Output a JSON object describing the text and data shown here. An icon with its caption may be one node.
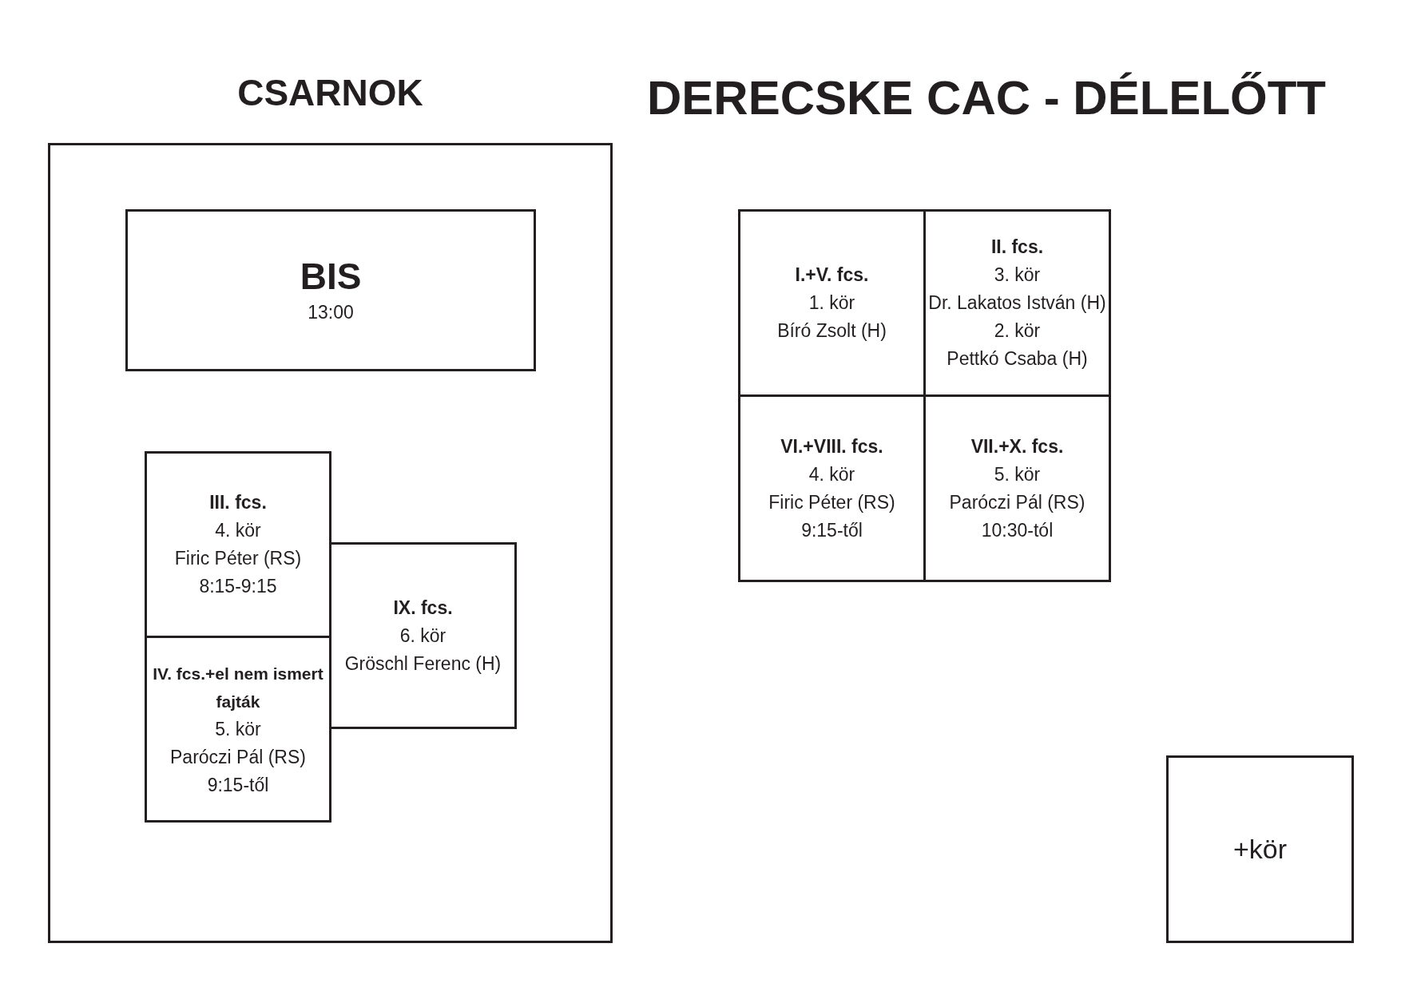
{
  "diagram": {
    "title": "DERECSKE CAC - DÉLELŐTT",
    "nodes": [
      {
        "text": [
          "CSARNOK"
        ]
      },
      {
        "text": [
          "BIS",
          "13:00"
        ],
        "in": 0
      },
      {
        "text": [
          "III. fcs.",
          "4. kör",
          "Firic Péter (RS)",
          "8:15-9:15"
        ],
        "in": 0
      },
      {
        "text": [
          "IX. fcs.",
          "6. kör",
          "Gröschl Ferenc (H)"
        ],
        "in": 0
      },
      {
        "text": [
          "IV. fcs.+el nem ismert fajták",
          "5. kör",
          "Paróczi Pál (RS)",
          "9:15-től"
        ],
        "in": 0
      },
      {
        "text": [
          "I.+V. fcs.",
          "1. kör",
          "Bíró Zsolt (H)"
        ]
      },
      {
        "text": [
          "II. fcs.",
          "3. kör",
          "Dr. Lakatos István (H)",
          "2. kör",
          "Pettkó Csaba (H)"
        ]
      },
      {
        "text": [
          "VI.+VIII. fcs.",
          "4. kör",
          "Firic Péter (RS)",
          "9:15-től"
        ]
      },
      {
        "text": [
          "VII.+X. fcs.",
          "5. kör",
          "Paróczi Pál (RS)",
          "10:30-tól"
        ]
      },
      {
        "text": [
          "+kör"
        ]
      }
    ],
    "edges": []
  }
}
